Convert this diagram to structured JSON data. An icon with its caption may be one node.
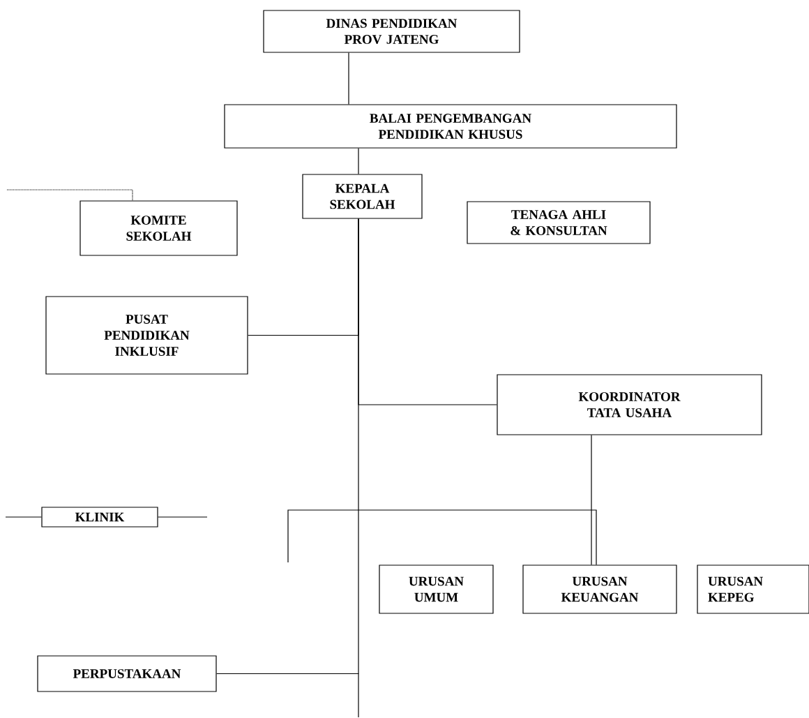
{
  "diagram": {
    "nodes": [
      {
        "text": [
          "DINAS PENDIDIKAN PROV JATENG"
        ]
      },
      {
        "text": [
          "BALAI PENGEMBANGAN PENDIDIKAN KHUSUS"
        ]
      },
      {
        "text": [
          "KEPALA SEKOLAH"
        ]
      },
      {
        "text": [
          "KOMITE SEKOLAH"
        ]
      },
      {
        "text": [
          "TENAGA AHLI & KONSULTAN"
        ]
      },
      {
        "text": [
          "PUSAT PENDIDIKAN INKLUSIF"
        ]
      },
      {
        "text": [
          "KOORDINATOR TATA USAHA"
        ]
      },
      {
        "text": [
          "KLINIK"
        ]
      },
      {
        "text": [
          "URUSAN UMUM"
        ]
      },
      {
        "text": [
          "URUSAN KEUANGAN"
        ]
      },
      {
        "text": [
          "URUSAN KEPEG"
        ]
      },
      {
        "text": [
          "PERPUSTAKAAN"
        ]
      }
    ],
    "edges": [
      {
        "from": 0,
        "to": 1,
        "arrow": "none"
      },
      {
        "from": 1,
        "to": 2,
        "arrow": "none"
      },
      {
        "from": 2,
        "to": 5,
        "arrow": "none"
      },
      {
        "from": 2,
        "to": 6,
        "arrow": "none"
      },
      {
        "from": 2,
        "to": 11,
        "arrow": "none"
      },
      {
        "from": 6,
        "to": 9,
        "arrow": "none"
      },
      {
        "from": null,
        "to": 3,
        "arrow": "none",
        "style": "dashed"
      },
      {
        "from": null,
        "to": 7,
        "arrow": "none"
      },
      {
        "from": 7,
        "to": null,
        "arrow": "none"
      },
      {
        "from": null,
        "to": 9,
        "arrow": "none"
      }
    ]
  }
}
